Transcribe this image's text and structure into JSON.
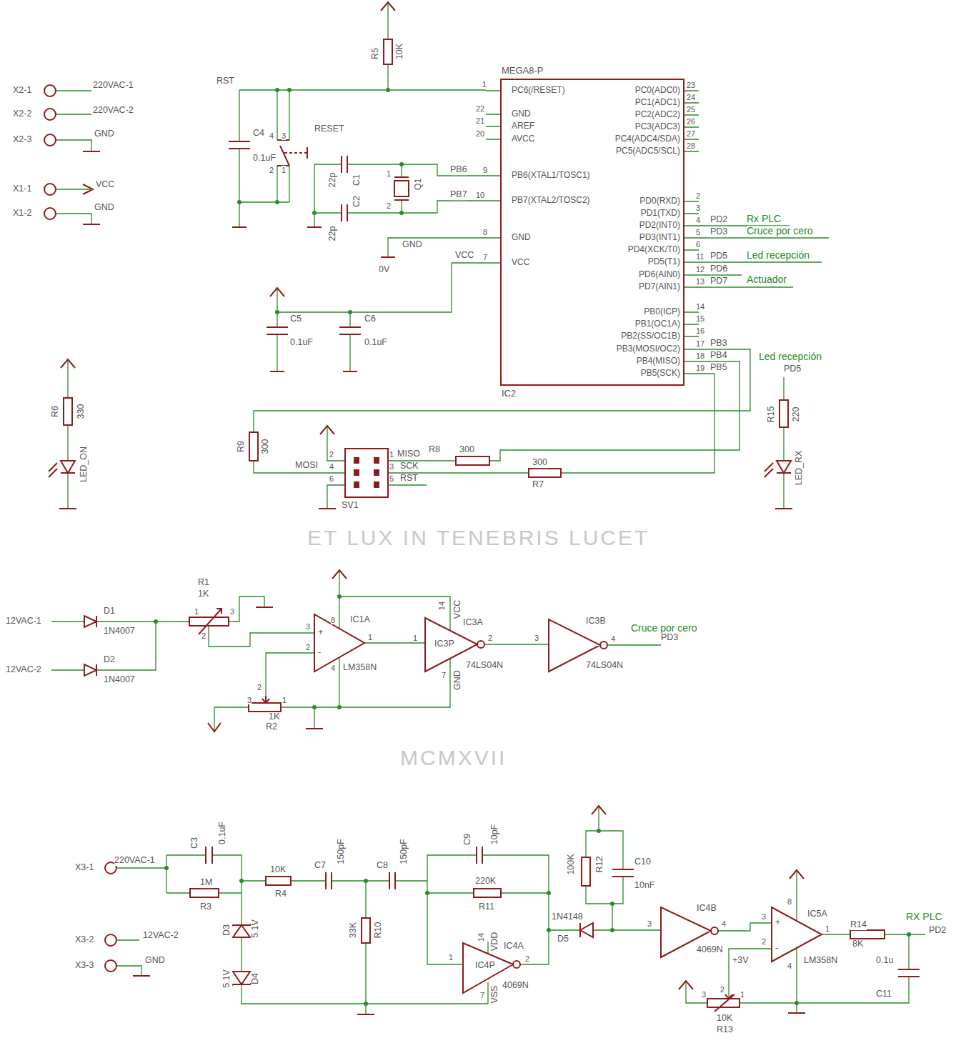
{
  "diagram": {
    "nodes": [
      {
        "text": [
          "MEGA8-P",
          "PC6(/RESET)",
          "GND",
          "AREF",
          "AVCC",
          "PB6(XTAL1/TOSC1)",
          "PB7(XTAL2/TOSC2)",
          "GND",
          "VCC",
          "PC0(ADC0)",
          "PC1(ADC1)",
          "PC2(ADC2)",
          "PC3(ADC3)",
          "PC4(ADC4/SDA)",
          "PC5(ADC5/SCL)",
          "PD0(RXD)",
          "PD1(TXD)",
          "PD2(INT0)",
          "PD3(INT1)",
          "PD4(XCK/T0)",
          "PD5(T1)",
          "PD6(AIN0)",
          "PD7(AIN1)",
          "PB0(ICP)",
          "PB1(OC1A)",
          "PB2(SS/OC1B)",
          "PB3(MOSI/OC2)",
          "PB4(MISO)",
          "PB5(SCK)",
          "IC2"
        ]
      }
    ],
    "labels": [
      "X2-1",
      "220VAC-1",
      "X2-2",
      "220VAC-2",
      "X2-3",
      "GND",
      "X1-1",
      "VCC",
      "X1-2",
      "GND",
      "RST",
      "R5",
      "10K",
      "1",
      "22",
      "21",
      "20",
      "9",
      "10",
      "8",
      "7",
      "23",
      "24",
      "25",
      "26",
      "27",
      "28",
      "2",
      "3",
      "4",
      "5",
      "6",
      "11",
      "12",
      "13",
      "14",
      "15",
      "16",
      "17",
      "18",
      "19",
      "PD2",
      "Rx PLC",
      "PD3",
      "Cruce por cero",
      "PD5",
      "Led recepción",
      "PD6",
      "PD7",
      "Actuador",
      "PB3",
      "PB4",
      "PB5",
      "C4",
      "0.1uF",
      "RESET",
      "4",
      "3",
      "2",
      "1",
      "22p",
      "C1",
      "22p",
      "C2",
      "Q1",
      "1",
      "2",
      "PB6",
      "PB7",
      "GND",
      "0V",
      "VCC",
      "C5",
      "0.1uF",
      "C6",
      "0.1uF",
      "R6",
      "330",
      "LED_ON",
      "Led recepción",
      "PD5",
      "R15",
      "220",
      "LED_RX",
      "R9",
      "300",
      "2",
      "1",
      "MISO",
      "R8",
      "300",
      "MOSI",
      "4",
      "3",
      "SCK",
      "300",
      "6",
      "5",
      "RST",
      "R7",
      "SV1",
      "12VAC-1",
      "D1",
      "1N4007",
      "12VAC-2",
      "D2",
      "1N4007",
      "R1",
      "1K",
      "1",
      "3",
      "2",
      "3",
      "+",
      "2",
      "-",
      "1",
      "8",
      "4",
      "IC1A",
      "LM358N",
      "1",
      "14",
      "VCC",
      "IC3A",
      "IC3P",
      "2",
      "7",
      "GND",
      "74LS04N",
      "3",
      "IC3B",
      "4",
      "74LS04N",
      "Cruce por cero",
      "PD3",
      "3",
      "2",
      "1",
      "1K",
      "R2",
      "X3-1",
      "220VAC-1",
      "X3-2",
      "12VAC-2",
      "X3-3",
      "GND",
      "C3",
      "0.1uF",
      "1M",
      "R3",
      "D3",
      "5.1V",
      "5.1V",
      "D4",
      "10K",
      "R4",
      "C7",
      "150pF",
      "C8",
      "150pF",
      "33K",
      "R10",
      "C9",
      "10pF",
      "220K",
      "R11",
      "1",
      "14",
      "VDD",
      "IC4A",
      "IC4P",
      "2",
      "7",
      "VSS",
      "4069N",
      "1N4148",
      "D5",
      "100K",
      "R12",
      "C10",
      "10nF",
      "3",
      "IC4B",
      "4",
      "4069N",
      "3",
      "+",
      "2",
      "-",
      "8",
      "IC5A",
      "1",
      "4",
      "LM358N",
      "+3V",
      "3",
      "2",
      "1",
      "10K",
      "R13",
      "R14",
      "8K",
      "RX PLC",
      "PD2",
      "0.1u",
      "C11",
      "ET LUX IN TENEBRIS LUCET",
      "MCMXVII"
    ]
  }
}
